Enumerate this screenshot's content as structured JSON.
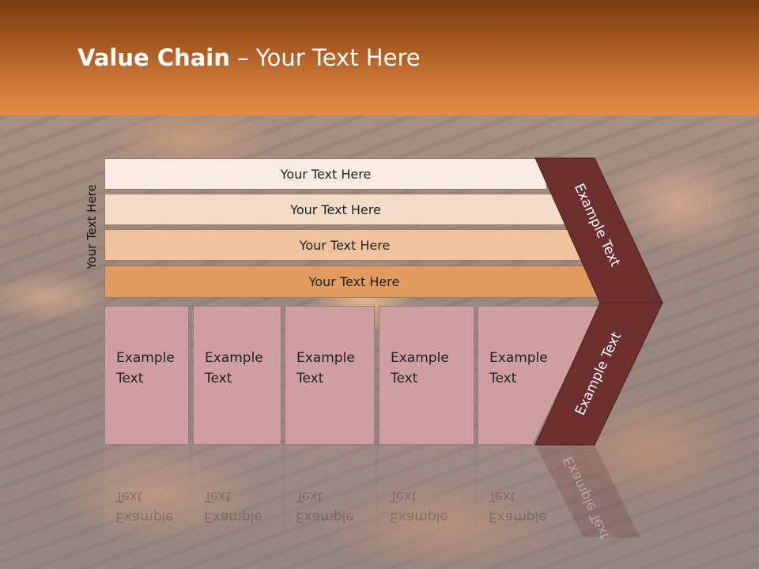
{
  "slide": {
    "title_bold": "Value Chain",
    "title_rest": " – Your Text Here",
    "side_label": "Your Text Here",
    "bars": [
      {
        "label": "Your Text Here",
        "color": "#f8ebe2"
      },
      {
        "label": "Your Text Here",
        "color": "#f2dcc8"
      },
      {
        "label": "Your Text Here",
        "color": "#efc39f"
      },
      {
        "label": "Your Text Here",
        "color": "#e29b5e"
      }
    ],
    "cells": [
      {
        "label": "Example\nText"
      },
      {
        "label": "Example\nText"
      },
      {
        "label": "Example\nText"
      },
      {
        "label": "Example\nText"
      },
      {
        "label": "Example\nText"
      }
    ],
    "arrow_top_label": "Example Text",
    "arrow_bottom_label": "Example Text",
    "colors": {
      "cell_fill": "#cf9ea0",
      "arrow_fill": "#6e2f2f",
      "header": "#c4682a"
    }
  }
}
